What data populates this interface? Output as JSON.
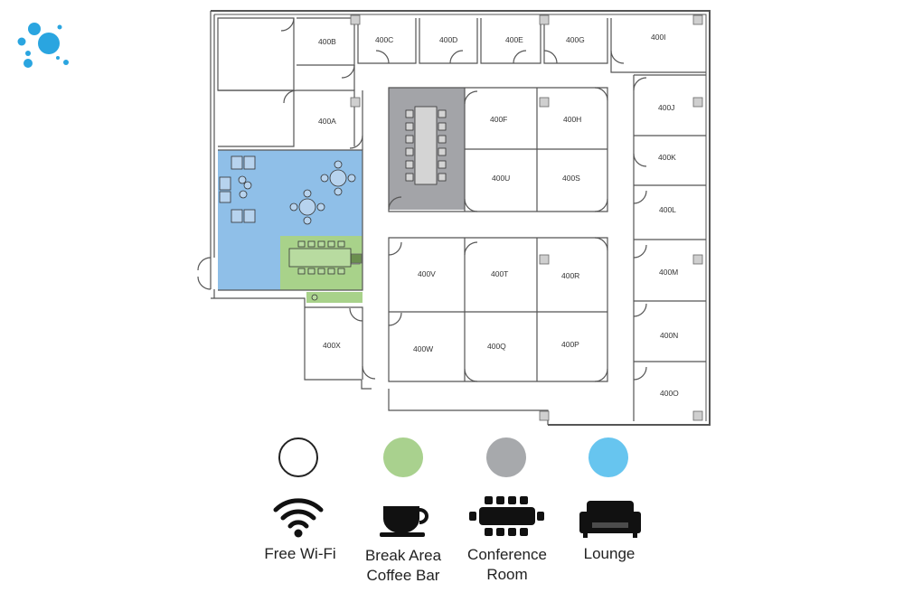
{
  "colors": {
    "lounge": "#8fbfe8",
    "break_area": "#a8d28a",
    "conference": "#a3a4a8",
    "logo": "#2aa5e0",
    "legend_wifi": "#ffffff",
    "legend_break": "#a9d18e",
    "legend_conference": "#a7a9ac",
    "legend_lounge": "#67c5ef"
  },
  "rooms": {
    "r400B": "400B",
    "r400C": "400C",
    "r400D": "400D",
    "r400E": "400E",
    "r400G": "400G",
    "r400I": "400I",
    "r400A": "400A",
    "r400F": "400F",
    "r400H": "400H",
    "r400J": "400J",
    "r400K": "400K",
    "r400U": "400U",
    "r400S": "400S",
    "r400L": "400L",
    "r400V": "400V",
    "r400T": "400T",
    "r400R": "400R",
    "r400M": "400M",
    "r400X": "400X",
    "r400W": "400W",
    "r400Q": "400Q",
    "r400P": "400P",
    "r400N": "400N",
    "r400O": "400O"
  },
  "legend": {
    "wifi": {
      "line1": "Free Wi-Fi",
      "icon": "wifi-icon"
    },
    "break": {
      "line1": "Break Area",
      "line2": "Coffee Bar",
      "icon": "coffee-cup-icon"
    },
    "conference": {
      "line1": "Conference",
      "line2": "Room",
      "icon": "conference-table-icon"
    },
    "lounge": {
      "line1": "Lounge",
      "icon": "sofa-icon"
    }
  }
}
